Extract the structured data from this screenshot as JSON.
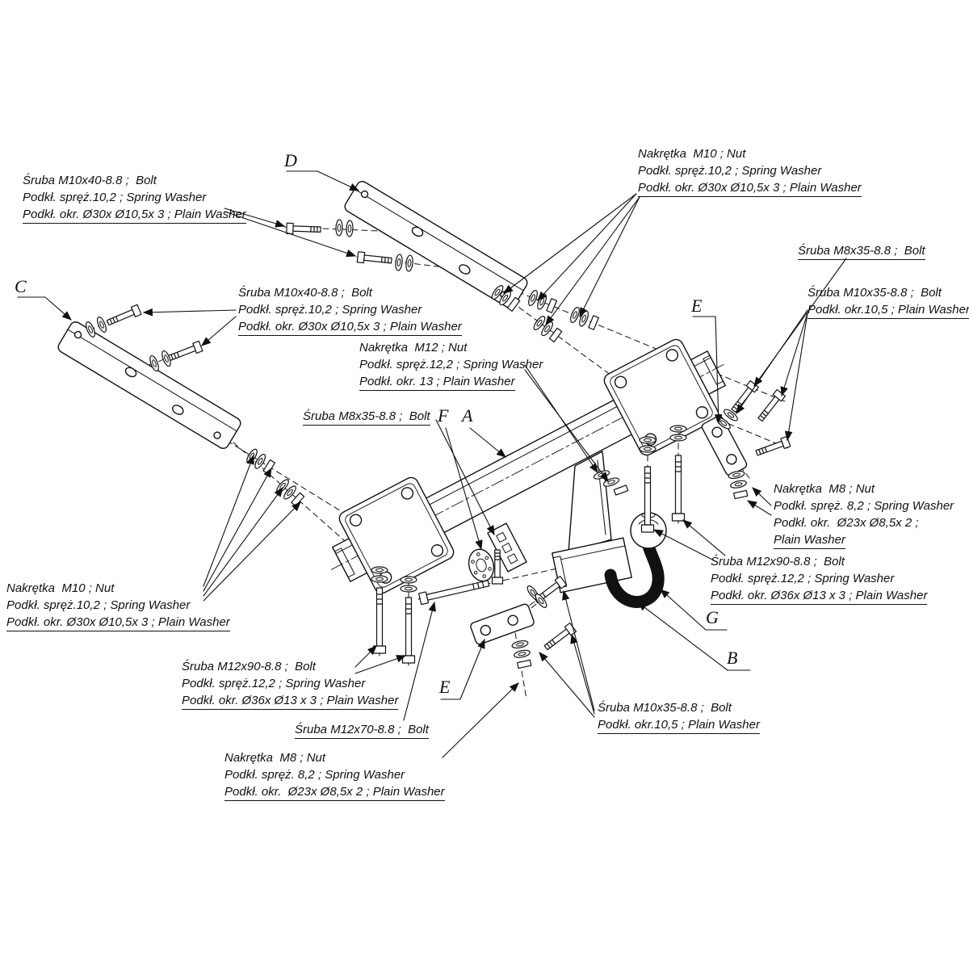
{
  "colors": {
    "ink": "#111111",
    "background": "#ffffff"
  },
  "callouts": {
    "bolt_m10x40_top": {
      "lines": [
        "Śruba M10x40-8.8 ;  Bolt",
        "Podkł. spręż.10,2 ; Spring Washer",
        "Podkł. okr. Ø30x Ø10,5x 3 ; Plain Washer"
      ]
    },
    "nut_m10_right": {
      "lines": [
        "Nakrętka  M10 ; Nut",
        "Podkł. spręż.10,2 ; Spring Washer",
        "Podkł. okr. Ø30x Ø10,5x 3 ; Plain Washer"
      ]
    },
    "bolt_m8x35_right": {
      "lines": [
        "Śruba M8x35-8.8 ;  Bolt"
      ]
    },
    "bolt_m10x35_right": {
      "lines": [
        "Śruba M10x35-8.8 ;  Bolt",
        "Podkł. okr.10,5 ; Plain Washer"
      ]
    },
    "bolt_m10x40_left": {
      "lines": [
        "Śruba M10x40-8.8 ;  Bolt",
        "Podkł. spręż.10,2 ; Spring Washer",
        "Podkł. okr. Ø30x Ø10,5x 3 ; Plain Washer"
      ]
    },
    "nut_m12_center": {
      "lines": [
        "Nakrętka  M12 ; Nut",
        "Podkł. spręż.12,2 ; Spring Washer",
        "Podkł. okr. 13 ; Plain Washer"
      ]
    },
    "bolt_m8x35_center": {
      "lines": [
        "Śruba M8x35-8.8 ;  Bolt"
      ]
    },
    "nut_m8_right": {
      "lines": [
        "Nakrętka  M8 ; Nut",
        "Podkł. spręż. 8,2 ; Spring Washer",
        "Podkł. okr.  Ø23x Ø8,5x 2 ;",
        "Plain Washer"
      ]
    },
    "bolt_m12x90_right": {
      "lines": [
        "Śruba M12x90-8.8 ;  Bolt",
        "Podkł. spręż.12,2 ; Spring Washer",
        "Podkł. okr. Ø36x Ø13 x 3 ; Plain Washer"
      ]
    },
    "nut_m10_left": {
      "lines": [
        "Nakrętka  M10 ; Nut",
        "Podkł. spręż.10,2 ; Spring Washer",
        "Podkł. okr. Ø30x Ø10,5x 3 ; Plain Washer"
      ]
    },
    "bolt_m12x90_left": {
      "lines": [
        "Śruba M12x90-8.8 ;  Bolt",
        "Podkł. spręż.12,2 ; Spring Washer",
        "Podkł. okr. Ø36x Ø13 x 3 ; Plain Washer"
      ]
    },
    "bolt_m12x70": {
      "lines": [
        "Śruba M12x70-8.8 ;  Bolt"
      ]
    },
    "bolt_m10x35_bottom": {
      "lines": [
        "Śruba M10x35-8.8 ;  Bolt",
        "Podkł. okr.10,5 ; Plain Washer"
      ]
    },
    "nut_m8_bottom": {
      "lines": [
        "Nakrętka  M8 ; Nut",
        "Podkł. spręż. 8,2 ; Spring Washer",
        "Podkł. okr.  Ø23x Ø8,5x 2 ; Plain Washer"
      ]
    }
  },
  "part_letters": {
    "a": "A",
    "b": "B",
    "c": "C",
    "d": "D",
    "e_upper": "E",
    "e_lower": "E",
    "f": "F",
    "g": "G"
  }
}
